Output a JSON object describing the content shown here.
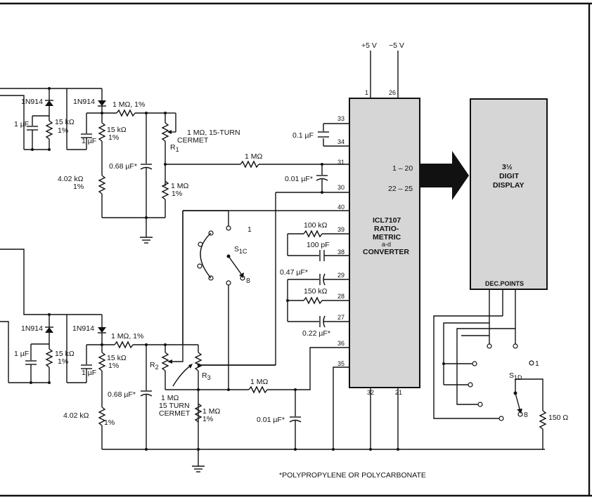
{
  "supply": {
    "pos": "+5 V",
    "neg": "−5 V"
  },
  "chip": {
    "name_lines": [
      "ICL7107",
      "RATIO-",
      "METRIC",
      "a-d",
      "CONVERTER"
    ],
    "pins": {
      "p1": "1",
      "p26": "26",
      "p33": "33",
      "p34": "34",
      "p31": "31",
      "p30": "30",
      "p40": "40",
      "p39": "39",
      "p38": "38",
      "p29": "29",
      "p28": "28",
      "p27": "27",
      "p36": "36",
      "p35": "35",
      "p32": "32",
      "p21": "21"
    },
    "outputs_a": "1 – 20",
    "outputs_b": "22 – 25"
  },
  "display": {
    "lines": [
      "3½",
      "DIGIT",
      "DISPLAY"
    ],
    "dec_points": "DEC.POINTS"
  },
  "top": {
    "diode1": "1N914",
    "diode2": "1N914",
    "c1": "1 µF",
    "r15a": "15 kΩ",
    "r15a_tol": "1%",
    "c2": "1 µF",
    "r15b": "15 kΩ",
    "r15b_tol": "1%",
    "rser": "1 MΩ, 1%",
    "r402": "4.02 kΩ",
    "r402_tol": "1%",
    "pot": "1 MΩ, 15-TURN",
    "pot2": "CERMET",
    "pot_ref": "R",
    "pot_sub": "1",
    "c068": "0.68 µF*",
    "r1m": "1 MΩ",
    "r1m_tol": "1%",
    "rin": "1 MΩ"
  },
  "bottom": {
    "diode1": "1N914",
    "diode2": "1N914",
    "c1": "1 µF",
    "r15a": "15 kΩ",
    "r15a_tol": "1%",
    "c2": "1 µF",
    "r15b": "15 kΩ",
    "r15b_tol": "1%",
    "rser": "1 MΩ, 1%",
    "r402": "4.02 kΩ",
    "r402_tol": "1%",
    "c068": "0.68 µF*",
    "r2_ref": "R",
    "r2_sub": "2",
    "r3_ref": "R",
    "r3_sub": "3",
    "pot": "1 MΩ",
    "pot2": "15 TURN",
    "pot3": "CERMET",
    "r1m": "1 MΩ",
    "r1m_tol": "1%",
    "rin": "1 MΩ",
    "c001": "0.01 µF*"
  },
  "chip_parts": {
    "c01": "0.1 µF",
    "c001": "0.01 µF*",
    "r100k": "100 kΩ",
    "c100p": "100 pF",
    "c047": "0.47 µF*",
    "r150k": "150 kΩ",
    "c022": "0.22 µF*"
  },
  "switch_c": {
    "ref": "S",
    "sub": "1C",
    "pos1": "1",
    "pos8": "8"
  },
  "switch_d": {
    "ref": "S",
    "sub": "1D",
    "pos1": "1",
    "pos8": "8",
    "r150": "150 Ω"
  },
  "footnote": "*POLYPROPYLENE OR POLYCARBONATE"
}
